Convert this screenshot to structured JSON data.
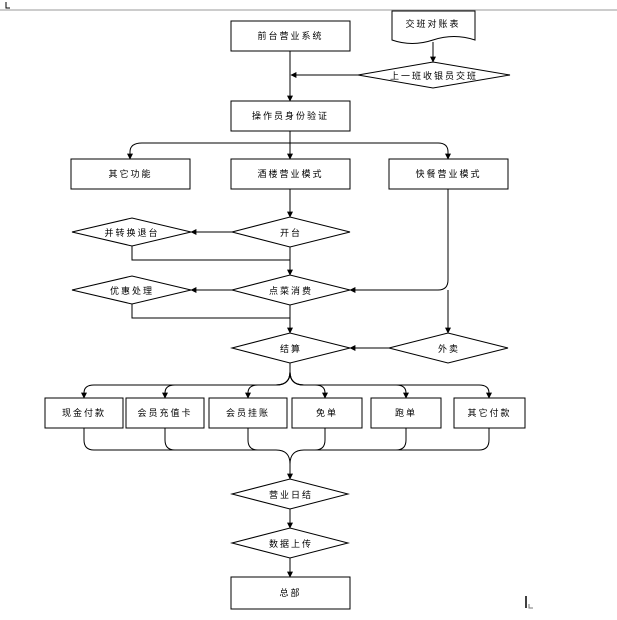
{
  "nodes": {
    "qiantai": "前台营业系统",
    "jiaoban_report": "交班对账表",
    "shangyiban": "上一班收银员交班",
    "caozuoyuan": "操作员身份验证",
    "qita_gongneng": "其它功能",
    "jiulou": "酒楼营业模式",
    "kuaican": "快餐营业模式",
    "bingzhuan": "并转换退台",
    "kaitai": "开台",
    "youhui": "优惠处理",
    "diancai": "点菜消费",
    "jiesuan": "结算",
    "waimai": "外卖",
    "xianjin": "现金付款",
    "huiyuan_chongzhi": "会员充值卡",
    "huiyuan_guazhang": "会员挂账",
    "miandan": "免单",
    "paodan": "跑单",
    "qita_fukuan": "其它付款",
    "yingye_rijie": "营业日结",
    "shuju_shangchuan": "数据上传",
    "zongbu": "总部"
  }
}
